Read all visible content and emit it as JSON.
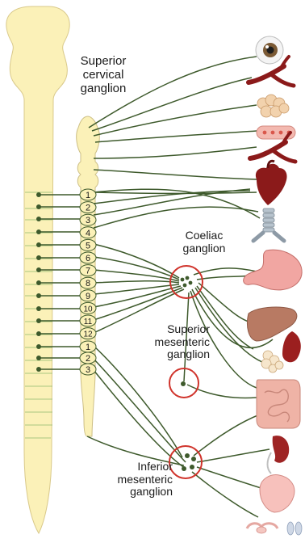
{
  "labels": {
    "superior_cervical": [
      "Superior",
      "cervical",
      "ganglion"
    ],
    "coeliac": [
      "Coeliac",
      "ganglion"
    ],
    "superior_mesenteric": [
      "Superior",
      "mesenteric",
      "ganglion"
    ],
    "inferior_mesenteric": [
      "Inferior",
      "mesenteric",
      "ganglion"
    ]
  },
  "thoracic_ganglia": [
    "1",
    "2",
    "3",
    "4",
    "5",
    "6",
    "7",
    "8",
    "9",
    "10",
    "11",
    "12"
  ],
  "lumbar_ganglia": [
    "1",
    "2",
    "3"
  ],
  "organs": [
    {
      "name": "eye-icon"
    },
    {
      "name": "blood-vessel-icon"
    },
    {
      "name": "salivary-gland-icon"
    },
    {
      "name": "bronchi-icon"
    },
    {
      "name": "blood-vessel-icon"
    },
    {
      "name": "heart-icon"
    },
    {
      "name": "trachea-icon"
    },
    {
      "name": "stomach-icon"
    },
    {
      "name": "liver-icon"
    },
    {
      "name": "pancreas-icon"
    },
    {
      "name": "spleen-icon"
    },
    {
      "name": "intestine-icon"
    },
    {
      "name": "kidney-icon"
    },
    {
      "name": "bladder-icon"
    },
    {
      "name": "reproductive-organs-icon"
    }
  ],
  "colors": {
    "spinal_cord": "#fbf1b8",
    "nerve": "#3e5a2c",
    "ganglion_circle": "#d0342c",
    "organ_red": "#8b1a1a",
    "organ_pink": "#f3b9b0"
  }
}
